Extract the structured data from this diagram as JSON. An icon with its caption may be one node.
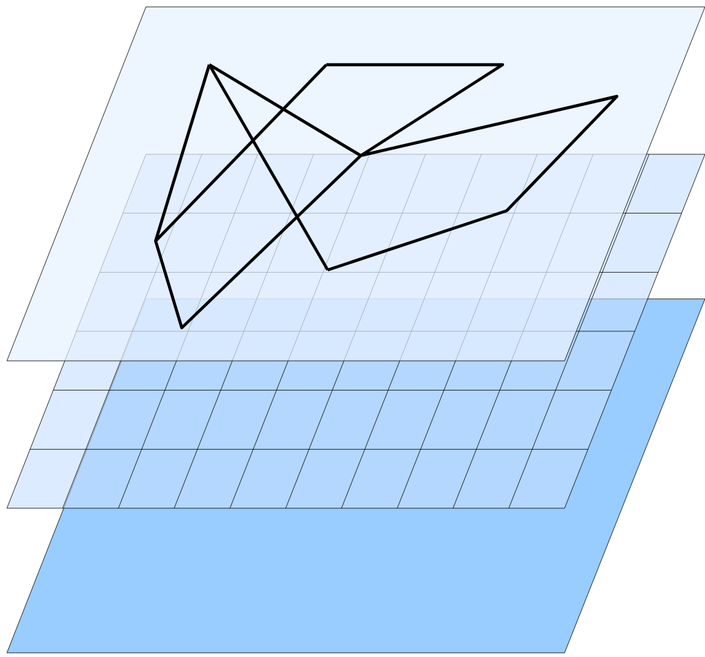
{
  "diagram": {
    "nodes": [
      {
        "text": [],
        "shape": "parallelogram"
      },
      {
        "text": [],
        "shape": "parallelogram"
      },
      {
        "text": [],
        "shape": "parallelogram"
      }
    ]
  }
}
